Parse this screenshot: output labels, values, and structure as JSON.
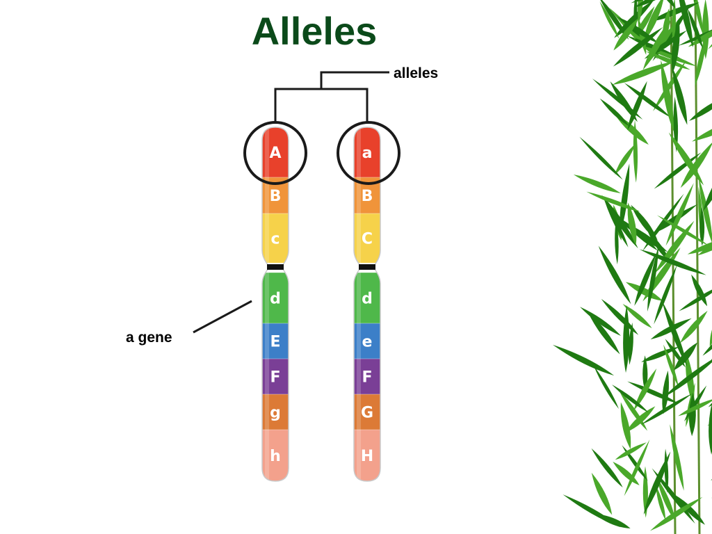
{
  "slide": {
    "title": "Alleles",
    "alleles_label": "alleles",
    "gene_label": "a gene"
  },
  "chromosomes": [
    {
      "name": "left",
      "genes": [
        {
          "letter": "A",
          "color": "#e8412b"
        },
        {
          "letter": "B",
          "color": "#f0943a"
        },
        {
          "letter": "c",
          "color": "#f6d24a"
        },
        {
          "letter": "d",
          "color": "#4fb84a"
        },
        {
          "letter": "E",
          "color": "#3c7fc8"
        },
        {
          "letter": "F",
          "color": "#7a3f96"
        },
        {
          "letter": "g",
          "color": "#dc7a36"
        },
        {
          "letter": "h",
          "color": "#f3a18c"
        }
      ]
    },
    {
      "name": "right",
      "genes": [
        {
          "letter": "a",
          "color": "#e8412b"
        },
        {
          "letter": "B",
          "color": "#f0943a"
        },
        {
          "letter": "C",
          "color": "#f6d24a"
        },
        {
          "letter": "d",
          "color": "#4fb84a"
        },
        {
          "letter": "e",
          "color": "#3c7fc8"
        },
        {
          "letter": "F",
          "color": "#7a3f96"
        },
        {
          "letter": "G",
          "color": "#dc7a36"
        },
        {
          "letter": "H",
          "color": "#f3a18c"
        }
      ]
    }
  ],
  "colors": {
    "title": "#0b4a1a",
    "leaf_dark": "#1f7a12",
    "leaf_light": "#4aa82a"
  },
  "decoration": {
    "name": "bamboo-leaves-border"
  }
}
